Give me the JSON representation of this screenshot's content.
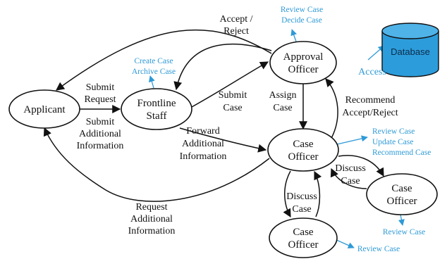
{
  "colors": {
    "line": "#111111",
    "annotation": "#2f9ad6",
    "database_fill": "#2d9cdb"
  },
  "nodes": {
    "applicant": [
      "Applicant"
    ],
    "frontline": [
      "Frontline",
      "Staff"
    ],
    "approval": [
      "Approval",
      "Officer"
    ],
    "case_main": [
      "Case",
      "Officer"
    ],
    "case_right": [
      "Case",
      "Officer"
    ],
    "case_bottom": [
      "Case",
      "Officer"
    ],
    "database": "Database"
  },
  "edge_labels": {
    "accept_reject": [
      "Accept /",
      "Reject"
    ],
    "submit_request": [
      "Submit",
      "Request"
    ],
    "submit_additional": [
      "Submit",
      "Additional",
      "Information"
    ],
    "submit_case": [
      "Submit",
      "Case"
    ],
    "assign_case": [
      "Assign",
      "Case"
    ],
    "recommend": [
      "Recommend",
      "Accept/Reject"
    ],
    "forward": [
      "Forward",
      "Additional",
      "Information"
    ],
    "discuss_right": [
      "Discuss",
      "Case"
    ],
    "discuss_bottom": [
      "Discuss",
      "Case"
    ],
    "request_additional": [
      "Request",
      "Additional",
      "Information"
    ]
  },
  "annotations": {
    "approval": [
      "Review Case",
      "Decide Case"
    ],
    "frontline": [
      "Create Case",
      "Archive Case"
    ],
    "case_main": [
      "Review Case",
      "Update Case",
      "Recommend Case"
    ],
    "case_right": [
      "Review Case"
    ],
    "case_bottom": [
      "Review Case"
    ],
    "access": "Access"
  }
}
